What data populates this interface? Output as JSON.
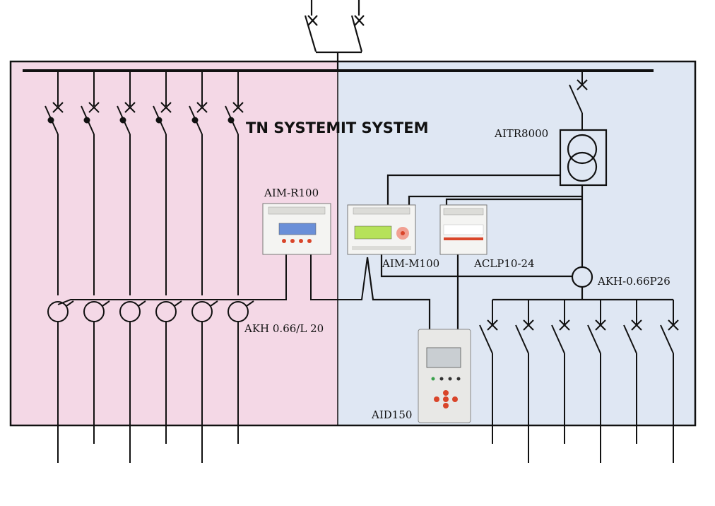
{
  "labels": {
    "tn_system": "TN SYSTEM",
    "it_system": "IT SYSTEM",
    "aitr": "AITR8000",
    "aim_r": "AIM-R100",
    "aim_m": "AIM-M100",
    "aclp": "ACLP10-24",
    "akh_p": "AKH-0.66P26",
    "akh_l": "AKH 0.66/L 20",
    "aid": "AID150"
  },
  "colors": {
    "tn_bg": "#f4d8e6",
    "it_bg": "#dfe7f3",
    "line": "#111111",
    "lcd_green": "#b6e25a",
    "lcd_blue": "#6a8fd8",
    "brand_red": "#d9452a"
  }
}
